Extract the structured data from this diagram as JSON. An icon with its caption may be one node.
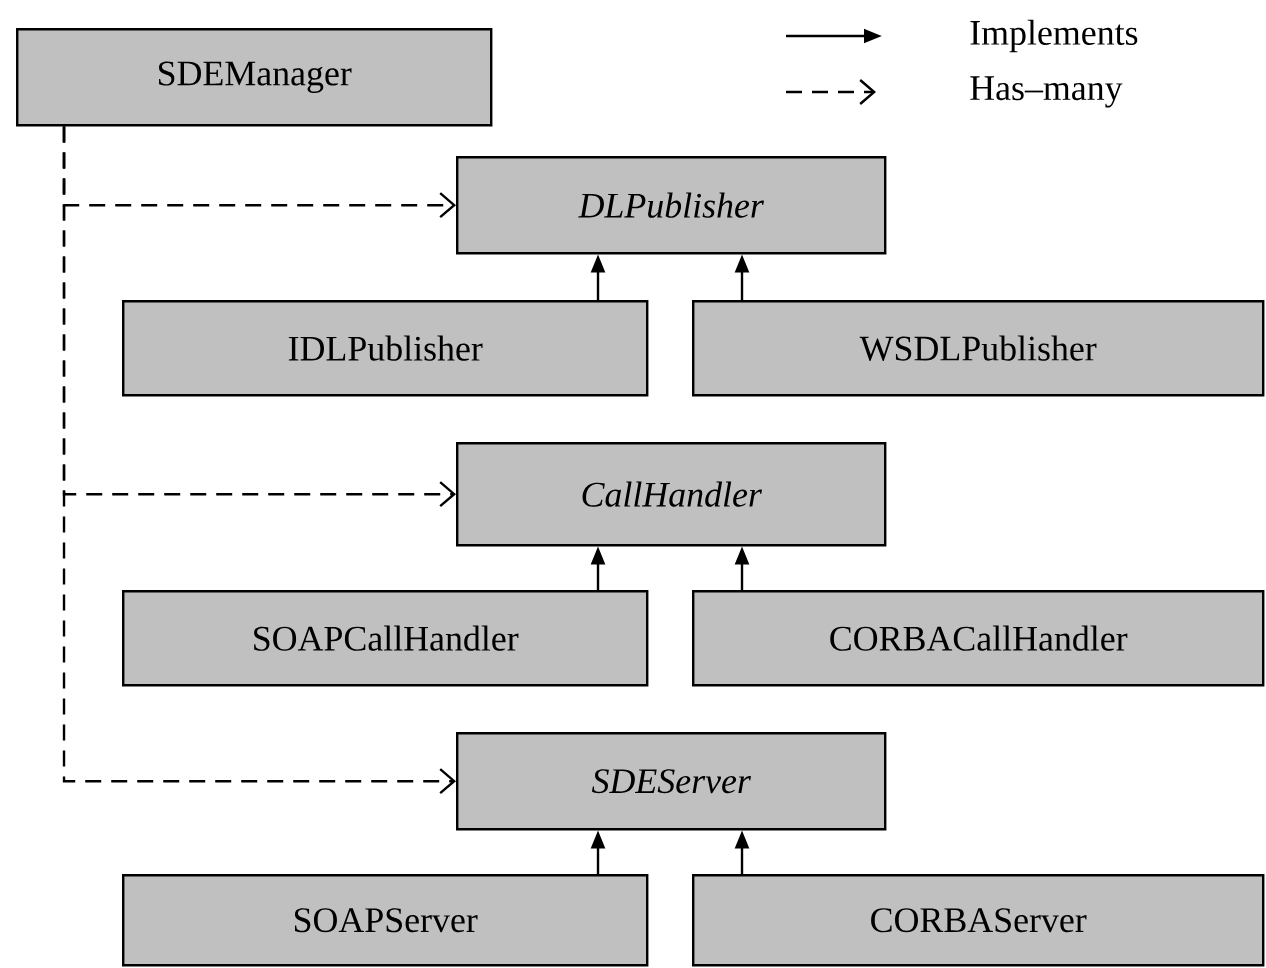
{
  "diagram": {
    "nodes": [
      {
        "text": [
          "SDEManager"
        ]
      },
      {
        "text": [
          "DLPublisher"
        ]
      },
      {
        "text": [
          "IDLPublisher"
        ]
      },
      {
        "text": [
          "WSDLPublisher"
        ]
      },
      {
        "text": [
          "CallHandler"
        ]
      },
      {
        "text": [
          "SOAPCallHandler"
        ]
      },
      {
        "text": [
          "CORBACallHandler"
        ]
      },
      {
        "text": [
          "SDEServer"
        ]
      },
      {
        "text": [
          "SOAPServer"
        ]
      },
      {
        "text": [
          "CORBAServer"
        ]
      }
    ],
    "edges": [
      {
        "from": 0,
        "to": 1,
        "arrow": "to",
        "style": "dashed"
      },
      {
        "from": 2,
        "to": 1,
        "arrow": "to"
      },
      {
        "from": 3,
        "to": 1,
        "arrow": "to"
      },
      {
        "from": 0,
        "to": 4,
        "arrow": "to",
        "style": "dashed"
      },
      {
        "from": 5,
        "to": 4,
        "arrow": "to"
      },
      {
        "from": 6,
        "to": 4,
        "arrow": "to"
      },
      {
        "from": 0,
        "to": 7,
        "arrow": "to",
        "style": "dashed"
      },
      {
        "from": 8,
        "to": 7,
        "arrow": "to"
      },
      {
        "from": 9,
        "to": 7,
        "arrow": "to"
      }
    ],
    "legend": [
      {
        "text": "Implements"
      },
      {
        "text": "Has–many"
      }
    ]
  }
}
